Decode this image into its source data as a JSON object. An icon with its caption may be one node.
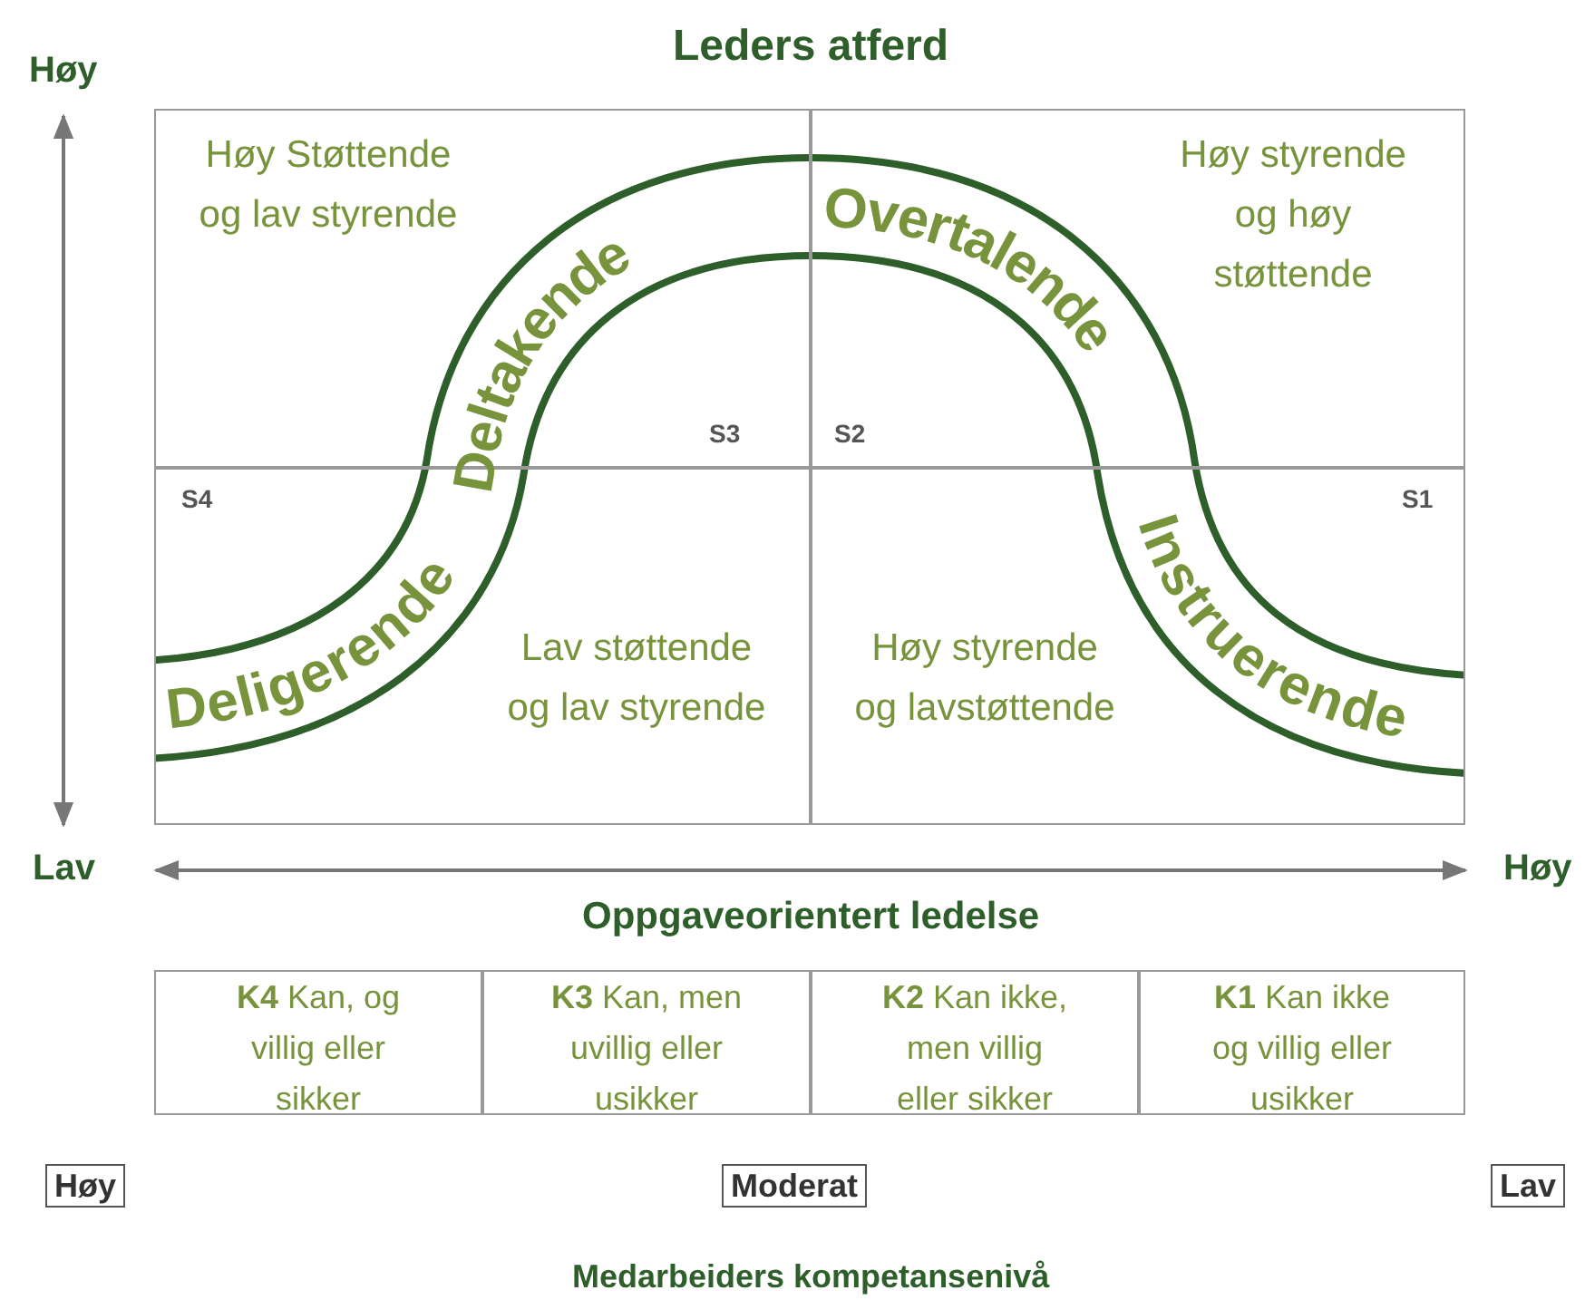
{
  "diagram": {
    "nodes": [
      {
        "text": [
          "Høy Støttende og lav styrende",
          "S3"
        ]
      },
      {
        "text": [
          "Høy styrende og høy støttende",
          "S2"
        ]
      },
      {
        "text": [
          "S4",
          "Lav støttende og lav styrende"
        ]
      },
      {
        "text": [
          "S1",
          "Høy styrende og lavstøttende"
        ]
      },
      {
        "text": [
          "**K4** Kan, og villig eller sikker"
        ]
      },
      {
        "text": [
          "**K3** Kan, men uvillig eller usikker"
        ]
      },
      {
        "text": [
          "**K2** Kan ikke, men villig eller sikker"
        ]
      },
      {
        "text": [
          "**K1** Kan ikke og villig eller usikker"
        ]
      },
      {
        "text": [
          "Høy"
        ]
      },
      {
        "text": [
          "Moderat"
        ]
      },
      {
        "text": [
          "Lav"
        ]
      }
    ],
    "labels": [
      "Leders atferd",
      "Høy",
      "Lav",
      "Høy",
      "Oppgaveorientert ledelse",
      "Deltakende",
      "Overtalende",
      "Deligerende",
      "Instruerende",
      "Medarbeiders kompetansenivå"
    ]
  }
}
